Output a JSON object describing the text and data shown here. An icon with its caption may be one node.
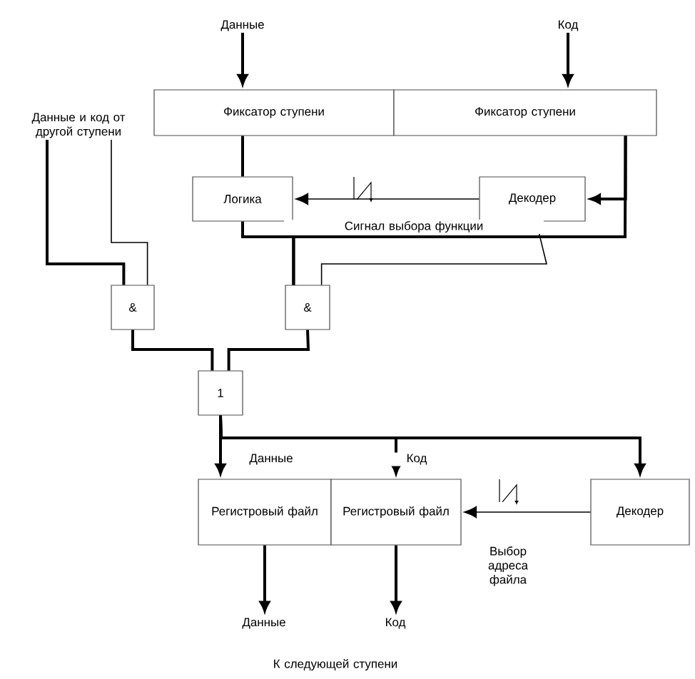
{
  "diagram": {
    "nodes": [
      {
        "text": [
          "Данные"
        ]
      },
      {
        "text": [
          "Код"
        ]
      },
      {
        "text": [
          "Фиксатор ступени"
        ]
      },
      {
        "text": [
          "Фиксатор ступени"
        ]
      },
      {
        "text": [
          "Данные и код от другой ступени"
        ]
      },
      {
        "text": [
          "Логика"
        ]
      },
      {
        "text": [
          "Декодер"
        ]
      },
      {
        "text": [
          "&"
        ]
      },
      {
        "text": [
          "&"
        ]
      },
      {
        "text": [
          "1"
        ]
      },
      {
        "text": [
          "Регистровый файл"
        ]
      },
      {
        "text": [
          "Регистровый файл"
        ]
      },
      {
        "text": [
          "Декодер"
        ]
      },
      {
        "text": [
          "Данные"
        ]
      },
      {
        "text": [
          "Код"
        ]
      }
    ],
    "edges": [
      {
        "from": 0,
        "to": 2,
        "arrow": "to"
      },
      {
        "from": 1,
        "to": 3,
        "arrow": "to"
      },
      {
        "from": 3,
        "to": 6,
        "arrow": "to"
      },
      {
        "from": 6,
        "to": 5,
        "arrow": "to"
      },
      {
        "from": 2,
        "to": 5,
        "arrow": "none"
      },
      {
        "from": 5,
        "to": 8,
        "arrow": "none"
      },
      {
        "from": 3,
        "to": 8,
        "arrow": "none"
      },
      {
        "from": 6,
        "to": 8,
        "arrow": "none"
      },
      {
        "from": 4,
        "to": 7,
        "arrow": "none"
      },
      {
        "from": 4,
        "to": 7,
        "arrow": "none"
      },
      {
        "from": 7,
        "to": 9,
        "arrow": "none"
      },
      {
        "from": 8,
        "to": 9,
        "arrow": "none"
      },
      {
        "from": 9,
        "to": 10,
        "arrow": "to",
        "label": "Данные"
      },
      {
        "from": 9,
        "to": 11,
        "arrow": "to",
        "label": "Код"
      },
      {
        "from": 9,
        "to": 12,
        "arrow": "to"
      },
      {
        "from": 12,
        "to": 11,
        "arrow": "to",
        "label": "Выбор адреса файла"
      },
      {
        "from": 10,
        "to": 13,
        "arrow": "to"
      },
      {
        "from": 11,
        "to": 14,
        "arrow": "to"
      }
    ],
    "labels": [
      "Сигнал выбора функции",
      "К следующей ступени"
    ]
  }
}
